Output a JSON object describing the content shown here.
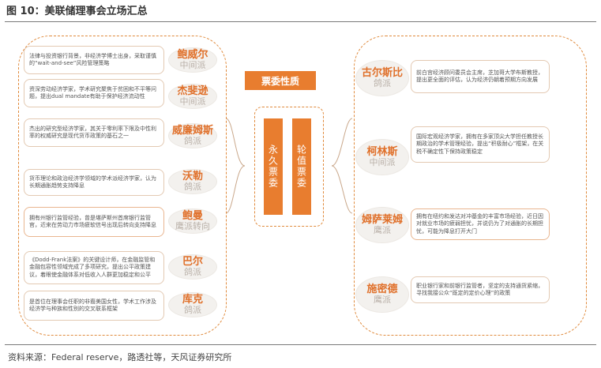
{
  "figure": {
    "title": "图 10：美联储理事会立场汇总",
    "source": "资料来源：Federal reserve，路透社等，天风证券研究所"
  },
  "center": {
    "title": "票委性质",
    "permanent": "永久票委",
    "rotating": "轮值票委"
  },
  "left_members": [
    {
      "name": "鲍威尔",
      "stance": "中间派",
      "desc": "法律与投资银行背景，非经济学博士出身，采取谨慎的“wait-and-see”风险管理策略"
    },
    {
      "name": "杰斐逊",
      "stance": "中间派",
      "desc": "资深劳动经济学家，学术研究聚焦于贫困和不平等问题，提出dual mandate有助于保护经济流动性"
    },
    {
      "name": "威廉姆斯",
      "stance": "鸽派",
      "desc": "杰出的研究型经济学家，其关于零利率下限及中性利率的权威研究是现代货币政策的基石之一"
    },
    {
      "name": "沃勒",
      "stance": "鸽派",
      "desc": "货币理论和政治经济学领域的学术派经济学家，认为长期通胀趋势支持降息"
    },
    {
      "name": "鲍曼",
      "stance": "鹰派转向",
      "desc": "拥有州银行监管经验，曾是堪萨斯州首席银行监管官，近来在劳动力市场疲软信号出现后转向支持降息"
    },
    {
      "name": "巴尔",
      "stance": "鸽派",
      "desc": "《Dodd-Frank法案》的关键设计师，在金融监管和金融包容性领域完成了多项研究，提出公平政策建议，着眼使金融体系对低收入人群更加稳定和公平"
    },
    {
      "name": "库克",
      "stance": "鸽派",
      "desc": "是首位在理事会任职的非裔美国女性，学术工作涉及经济学与种族和性别的交叉联系框架"
    }
  ],
  "right_members": [
    {
      "name": "古尔斯比",
      "stance": "鸽派",
      "desc": "前白宫经济顾问委员会主席，芝加哥大学布斯教授，提出更全面的评估，认为经济仍朝着预期方向发展"
    },
    {
      "name": "柯林斯",
      "stance": "中间派",
      "desc": "国际宏观经济学家，拥有在多家顶尖大学担任教授长期政治的学术管理经验，提出“积极耐心”框架，在关税不确定性下保持政策稳定"
    },
    {
      "name": "姆萨莱姆",
      "stance": "鹰派",
      "desc": "拥有在纽约和发达对冲基金的丰富市场经验，近日因对就业市场的疲弱担忧，并说仍为了对通胀的长期担忧，可能为降息打开大门"
    },
    {
      "name": "施密德",
      "stance": "鹰派",
      "desc": "职业银行家和前银行监管者，坚定的支持通货紧缩，寻找我接公众“既定的定价心理”的政策"
    }
  ]
}
